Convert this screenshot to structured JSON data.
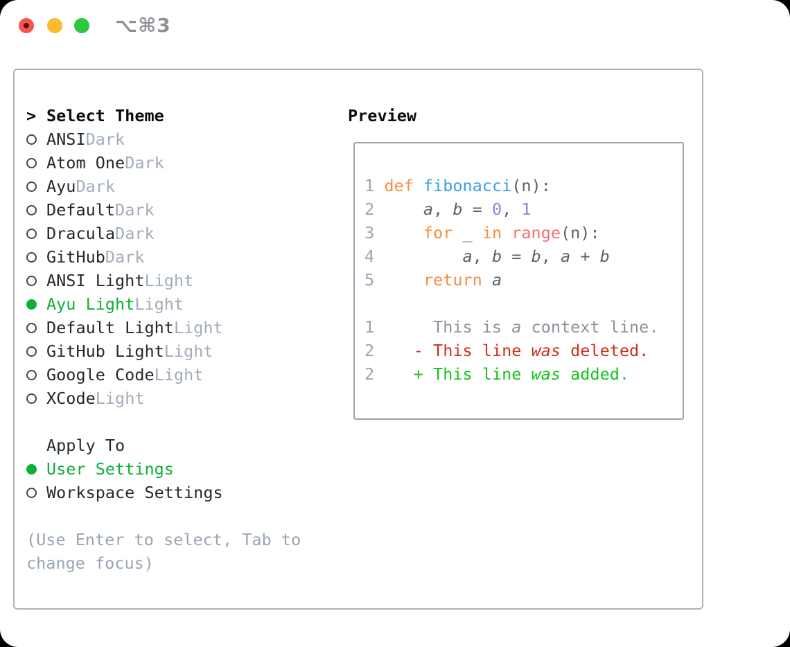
{
  "window": {
    "title": "⌥⌘3"
  },
  "theme_selector": {
    "header": {
      "prompt": ">",
      "label": "Select Theme"
    },
    "items": [
      {
        "name": "ANSI",
        "variant": "Dark",
        "selected": false
      },
      {
        "name": "Atom One",
        "variant": "Dark",
        "selected": false
      },
      {
        "name": "Ayu",
        "variant": "Dark",
        "selected": false
      },
      {
        "name": "Default",
        "variant": "Dark",
        "selected": false
      },
      {
        "name": "Dracula",
        "variant": "Dark",
        "selected": false
      },
      {
        "name": "GitHub",
        "variant": "Dark",
        "selected": false
      },
      {
        "name": "ANSI Light",
        "variant": "Light",
        "selected": false
      },
      {
        "name": "Ayu Light",
        "variant": "Light",
        "selected": true
      },
      {
        "name": "Default Light",
        "variant": "Light",
        "selected": false
      },
      {
        "name": "GitHub Light",
        "variant": "Light",
        "selected": false
      },
      {
        "name": "Google Code",
        "variant": "Light",
        "selected": false
      },
      {
        "name": "XCode",
        "variant": "Light",
        "selected": false
      }
    ],
    "apply_to": {
      "label": "Apply To",
      "options": [
        {
          "label": "User Settings",
          "selected": true
        },
        {
          "label": "Workspace Settings",
          "selected": false
        }
      ]
    },
    "hint": [
      "(Use Enter to select, Tab to",
      "change focus)"
    ]
  },
  "preview": {
    "title": "Preview",
    "code_lines": [
      [
        {
          "t": "1",
          "c": "ln"
        },
        {
          "t": " ",
          "c": "pl"
        },
        {
          "t": "def",
          "c": "kw"
        },
        {
          "t": " ",
          "c": "pl"
        },
        {
          "t": "fibonacci",
          "c": "fn"
        },
        {
          "t": "(n):",
          "c": "pl"
        }
      ],
      [
        {
          "t": "2",
          "c": "ln"
        },
        {
          "t": "     ",
          "c": "pl"
        },
        {
          "t": "a",
          "c": "id"
        },
        {
          "t": ", ",
          "c": "pl"
        },
        {
          "t": "b",
          "c": "id"
        },
        {
          "t": " = ",
          "c": "pl"
        },
        {
          "t": "0",
          "c": "num"
        },
        {
          "t": ", ",
          "c": "pl"
        },
        {
          "t": "1",
          "c": "num"
        }
      ],
      [
        {
          "t": "3",
          "c": "ln"
        },
        {
          "t": "     ",
          "c": "pl"
        },
        {
          "t": "for",
          "c": "kw"
        },
        {
          "t": " _ ",
          "c": "pl"
        },
        {
          "t": "in",
          "c": "kw"
        },
        {
          "t": " ",
          "c": "pl"
        },
        {
          "t": "range",
          "c": "bi"
        },
        {
          "t": "(n):",
          "c": "pl"
        }
      ],
      [
        {
          "t": "4",
          "c": "ln"
        },
        {
          "t": "         ",
          "c": "pl"
        },
        {
          "t": "a",
          "c": "id"
        },
        {
          "t": ", ",
          "c": "pl"
        },
        {
          "t": "b",
          "c": "id"
        },
        {
          "t": " = ",
          "c": "pl"
        },
        {
          "t": "b",
          "c": "id"
        },
        {
          "t": ", ",
          "c": "pl"
        },
        {
          "t": "a",
          "c": "id"
        },
        {
          "t": " + ",
          "c": "pl"
        },
        {
          "t": "b",
          "c": "id"
        }
      ],
      [
        {
          "t": "5",
          "c": "ln"
        },
        {
          "t": "     ",
          "c": "pl"
        },
        {
          "t": "return",
          "c": "kw"
        },
        {
          "t": " ",
          "c": "pl"
        },
        {
          "t": "a",
          "c": "id"
        }
      ],
      [],
      [
        {
          "t": "1",
          "c": "ln"
        },
        {
          "t": "      ",
          "c": "pl"
        },
        {
          "t": "This is ",
          "c": "ctx"
        },
        {
          "t": "a",
          "c": "ctx",
          "i": true
        },
        {
          "t": " context line.",
          "c": "ctx"
        }
      ],
      [
        {
          "t": "2",
          "c": "ln"
        },
        {
          "t": "    ",
          "c": "pl"
        },
        {
          "t": "- This line ",
          "c": "del"
        },
        {
          "t": "was",
          "c": "del",
          "i": true
        },
        {
          "t": " deleted.",
          "c": "del"
        }
      ],
      [
        {
          "t": "2",
          "c": "ln"
        },
        {
          "t": "    ",
          "c": "pl"
        },
        {
          "t": "+ This line ",
          "c": "add"
        },
        {
          "t": "was",
          "c": "add",
          "i": true
        },
        {
          "t": " added.",
          "c": "add"
        }
      ]
    ]
  },
  "colors": {
    "page-bg": "#000000",
    "window-bg": "#ffffff",
    "panel-border": "#acb4bf",
    "box-border": "#9aa3af",
    "heading": "#0b0d0f",
    "text": "#24282e",
    "muted": "#a2acba",
    "hint": "#9aa5b3",
    "ln": "#9aa5b3",
    "radio": "#40464d",
    "green-ui": "#0fae38",
    "green-add": "#14c41d",
    "red-del": "#c9301f",
    "kw": "#fa8d3e",
    "fn": "#399ee6",
    "cnum": "#a37acc",
    "bi": "#f07171",
    "code": "#5c6166",
    "ctx": "#8b939c",
    "title": "#8d9196",
    "tl-red": "#f4564e",
    "tl-red-dot": "#5f1210",
    "tl-yellow": "#fbbb2d",
    "tl-green": "#2bc73f"
  }
}
